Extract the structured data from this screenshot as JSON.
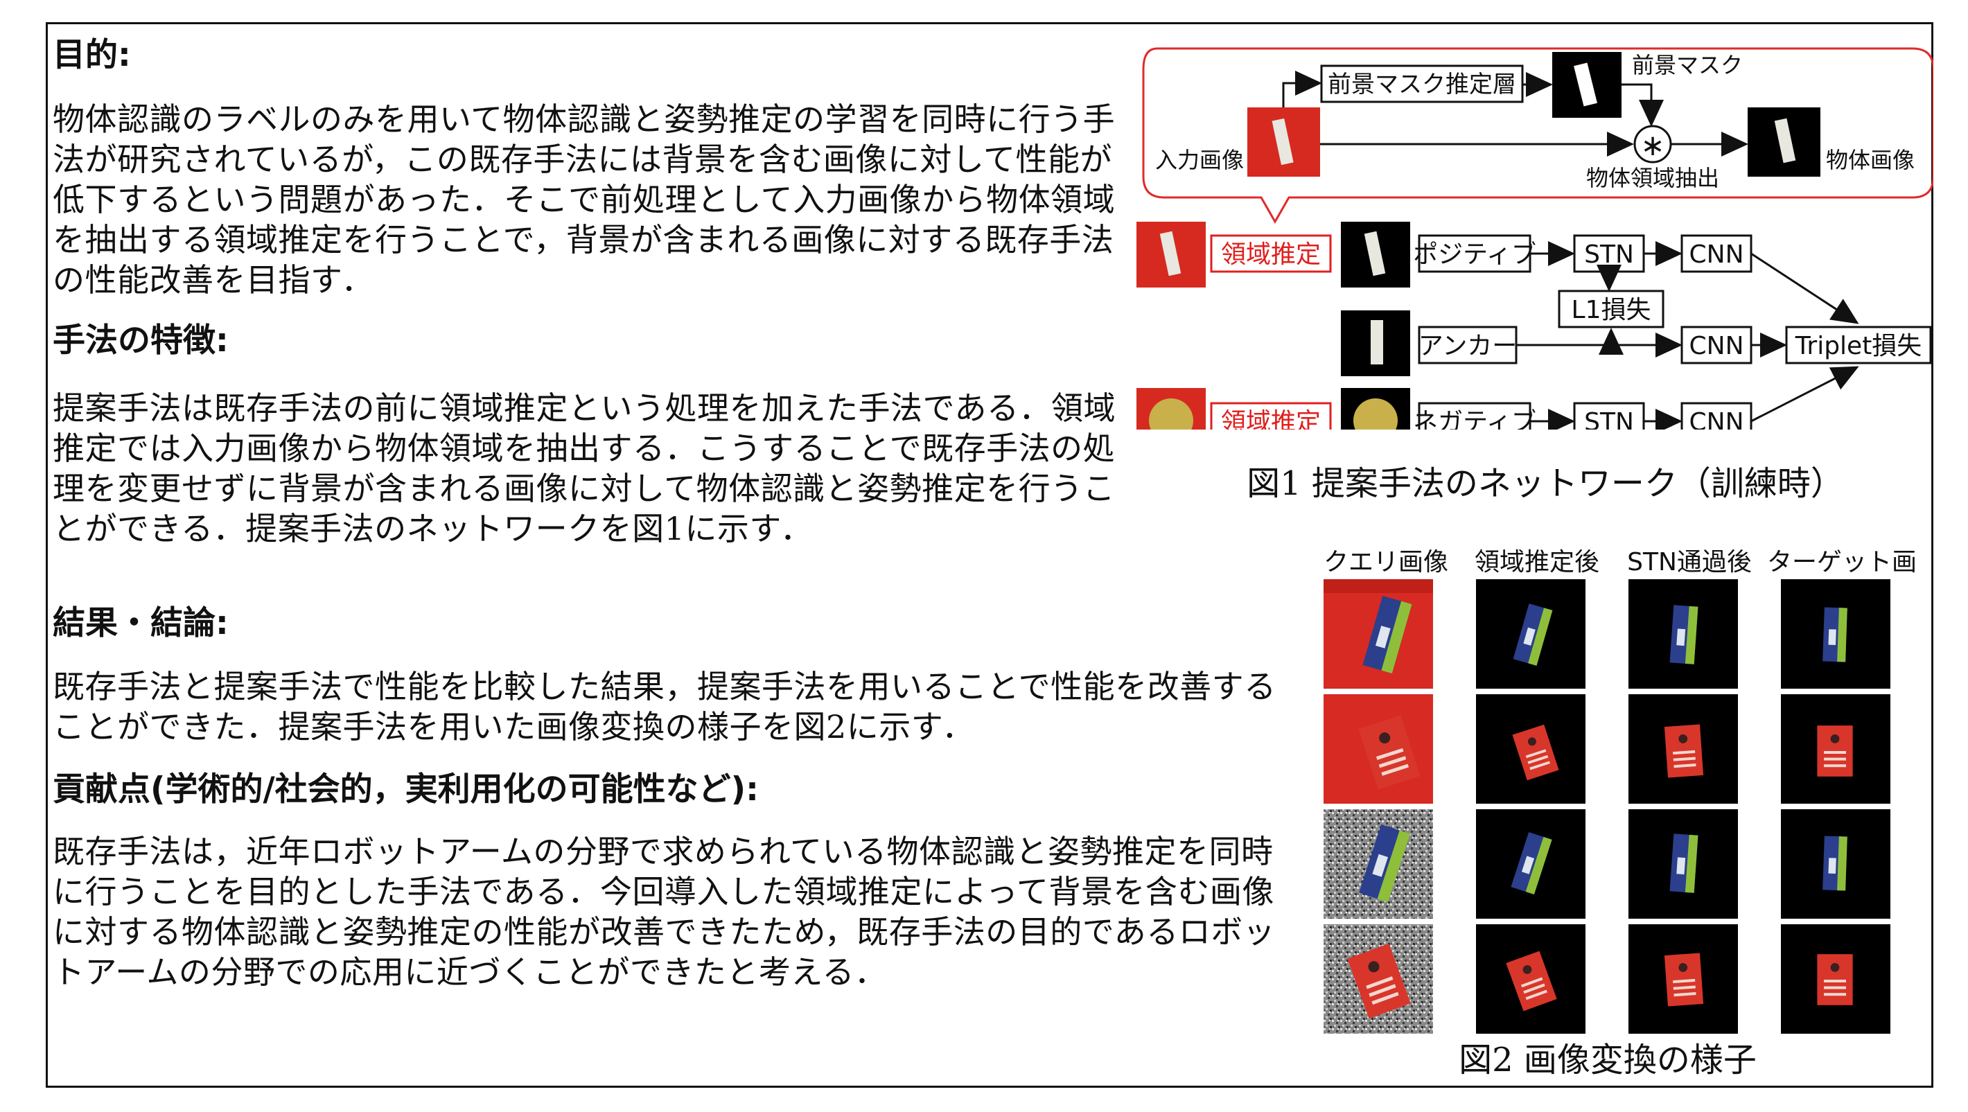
{
  "sections": {
    "purpose": {
      "heading": "目的:",
      "body": "物体認識のラベルのみを用いて物体認識と姿勢推定の学習を同時に行う手法が研究されているが，この既存手法には背景を含む画像に対して性能が低下するという問題があった．そこで前処理として入力画像から物体領域を抽出する領域推定を行うことで，背景が含まれる画像に対する既存手法の性能改善を目指す．"
    },
    "features": {
      "heading": "手法の特徴:",
      "body": "提案手法は既存手法の前に領域推定という処理を加えた手法である．領域推定では入力画像から物体領域を抽出する．こうすることで既存手法の処理を変更せずに背景が含まれる画像に対して物体認識と姿勢推定を行うことができる．提案手法のネットワークを図1に示す．"
    },
    "results": {
      "heading": "結果・結論:",
      "body": "既存手法と提案手法で性能を比較した結果，提案手法を用いることで性能を改善することができた．提案手法を用いた画像変換の様子を図2に示す．"
    },
    "contribution": {
      "heading": "貢献点(学術的/社会的，実利用化の可能性など):",
      "body": "既存手法は，近年ロボットアームの分野で求められている物体認識と姿勢推定を同時に行うことを目的とした手法である．今回導入した領域推定によって背景を含む画像に対する物体認識と姿勢推定の性能が改善できたため，既存手法の目的であるロボットアームの分野での応用に近づくことができたと考える．"
    }
  },
  "figure1": {
    "caption": "図1 提案手法のネットワーク（訓練時）",
    "inset": {
      "input_label": "入力画像",
      "mask_layer": "前景マスク推定層",
      "mask_label": "前景マスク",
      "extract_label": "物体領域抽出",
      "multiply_symbol": "∗",
      "output_label": "物体画像"
    },
    "region_estimation": "領域推定",
    "positive": "ポジティブ",
    "anchor": "アンカー",
    "negative": "ネガティブ",
    "stn": "STN",
    "cnn": "CNN",
    "l1_loss": "L1損失",
    "triplet_loss": "Triplet損失"
  },
  "figure2": {
    "caption": "図2 画像変換の様子",
    "columns": [
      "クエリ画像",
      "領域推定後",
      "STN通過後",
      "ターゲット画像"
    ]
  },
  "colors": {
    "accent_red": "#e0201e",
    "inset_border": "#e02a2a",
    "card_blue": "#2b3f8c",
    "card_green": "#8fbf3a",
    "pack_red": "#d8362a",
    "ball_yellow": "#c9b04a"
  }
}
